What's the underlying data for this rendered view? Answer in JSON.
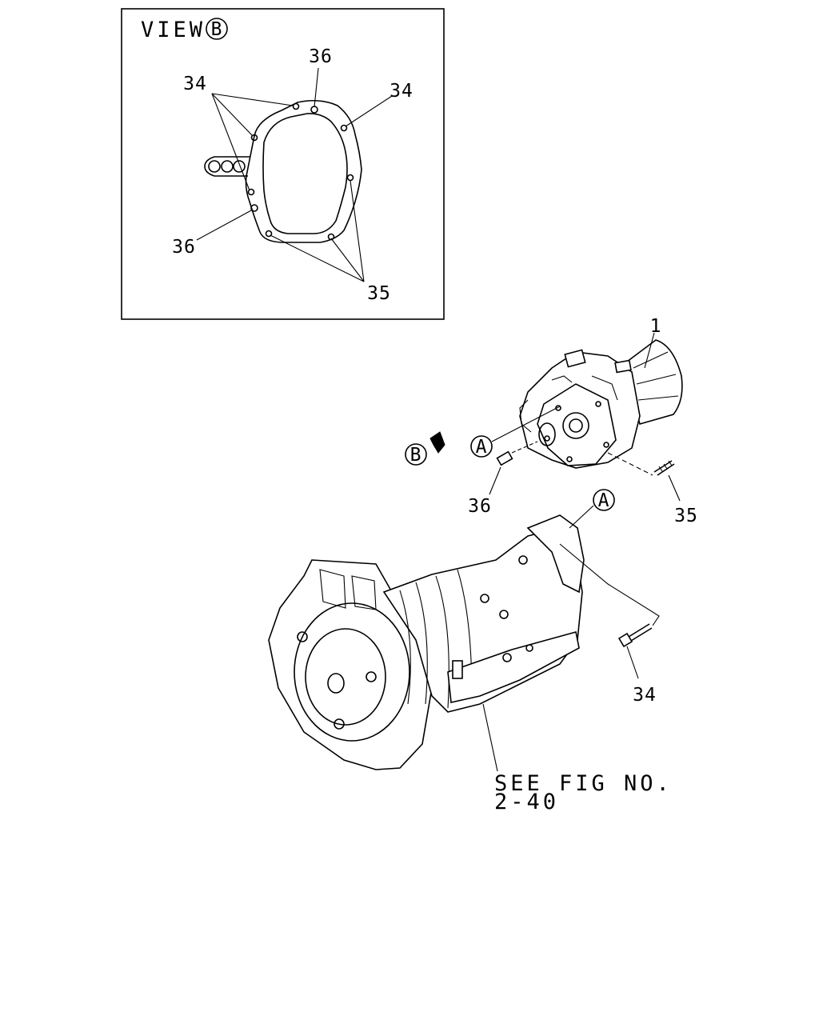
{
  "view_box": {
    "title": "VIEW",
    "title_circle": "B",
    "labels": {
      "c34_left": "34",
      "c36_top": "36",
      "c34_right": "34",
      "c36_bottom": "36",
      "c35": "35"
    }
  },
  "callouts": {
    "c1": "1",
    "marker_a_upper": "A",
    "marker_b": "B",
    "c36": "36",
    "c35": "35",
    "marker_a_lower": "A",
    "c34": "34"
  },
  "reference_note": {
    "line1": "SEE FIG NO.",
    "line2": "2-40"
  }
}
